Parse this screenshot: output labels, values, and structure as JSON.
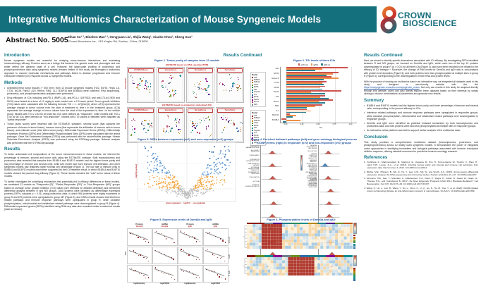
{
  "colors": {
    "header_teal": "#15707e",
    "section_teal": "#15798a",
    "figure_caption_blue": "#1d4f9e",
    "accent_red": "#c02828",
    "bar_actla4": "#cd534f",
    "bar_apd1": "#ef9148",
    "bar_apdl1": "#2e7f8f"
  },
  "poster": {
    "title": "Integrative Multiomics Characterization of Mouse Syngeneic Models",
    "logo_line1": "CROWN",
    "logo_line2": "BIOSCIENCE",
    "abstract_no": "Abstract No. 5005",
    "authors": "Zihan Xu¹·², Binchen Mao¹·², Hengyuan Liu¹, Shijia Wang¹, Xiaobo Chen¹, Sheng Guo²",
    "affiliation": "¹Crown Bioscience Inc., 218 Xinghu Rd, Suzhou, China, 215000."
  },
  "left": {
    "intro_heading": "Introduction",
    "intro_text": "Mouse syngeneic models are essential for studying tumor-immune interactions and evaluating immunotherapy efficacy. Proteins serve as a bridge link between the genetic code and phenotype and can better reflect the dynamic state of a cell. However, the large-scale profiling of proteomics and phosphoproteomics data using syngeneic models remains limited. In this study, we leveraged a multiomics approach to uncover molecular mechanisms and pathways linked to disease progression and immune checkpoint inhibitor (ICI) response across 12 syngeneic models.",
    "methods_heading": "Methods",
    "methods_bullets": [
      "Untreated fresh tumor tissues (~ 500 mm³) from 12 mouse syngeneic models (H22, EMT6, Hepa 1-6, CT26, MC38, Pan02, A20, Renca, RM1, LL2, B16F10 and B16BL6) were collected. RNA sequencing, proteomics, and phosphoproteomics analyses were performed.",
      "Drug efficacies of ICIs including anti-PD-1 (RMP1-14), anti-PD-L1 (10F.9G2) and anti-CTLA4 (9D9 and 9H10) were tested at a dose of 10 mg/kg in each model over a 2-3 week period. Tumor growth inhibition (TGI) values were calculated with the following formula: TGI = 1 - ΔT(t)/ΔC(t), where ΔT(t) represents the average change in tumor volume from the start of treatment to time t in the treatment group, ΔC(t) represents the average change in tumor volume from the start of the experiment to time t in the vehicle group. Models with TGI ≥ 0.45 for at least two ICIs were defined as \"responder\", while models with TGI ≤ 0.40 for all ICIs were defined as \"non-responder\". Models with TGI values in between were classified as \"partial responder\".",
      "Tumor purity scores were informed with the ESTIMATE software¹: stromal score (that captures the presence of stroma in tumor tissue), immune score (that represents the infiltration of immune cells in tumor tissue), and estimate score (that infers tumor purity). Differential Expressed Genes (DEGs), Differentially Expressed Proteins (DEPs) and Differentially Phosphorylated Sites (DPSs) were calculated with the limma package². Gene Set Enrichment Analysis (GSEA) was performed with the clusterProfiler package. Kinase Substrate Enrichment Analysis (KSEA) was performed using the KSEAapp package. Network analysis was performed with the STRINGdb package."
    ],
    "results_heading": "Results",
    "results_para1": "To better understand cell compositions of the tumor microenvironment in these models, we inferred the percentage of immune, stromal and tumor cells using the ESTIMATE software. Both transcriptomics and proteomics data revealed that samples from B16BL6 and B16F10 models had the highest tumor purity and low percentage of immune and stromal cells, while A20 model had more immune cell infiltration, and other syngeneic models had relatively higher stromal cell percentage (Figure 1). The low rate of immune cells in B16BL6 and B16F10 models was further supported by the ICI treatment result, in which B16BL6 and B16F10 models showed the poorest drug efficacy (Figure 2). These results revealed the \"cold\" tumor nature of these models.",
    "results_para2": "To further investigate the underlying mechanism that potentially led to efficacy differences in these models, we annotated 12 models as \"Responder (R)\", \"Partial Responder (PR)\" or \"Non-Responder (NR)\" groups based on average tumor growth inhibition (TGI) values (see Methods for detailed definition) and performed differential analysis between R and NR groups. 1645 proteins were identified as differentially expressed proteins (DEPs, adjusted p < 0.01) using proteomics data, in which 966 proteins were highly expressed in group R and 679 proteins were upregulated in group NR (Figure 3), and GSEA results showed that interferon related pathways and immune response pathways were upregulated in group R, while oxidative phosphorylation, mitochondrial and metabolism related pathways were downregulated in group R (Figure 4). Differential expressed genes (DEGs) identified using RNA-seq data also revealed similar enrichment results (data not shown)."
  },
  "middle": {
    "heading": "Results Continued",
    "fig1": {
      "title": "Figure 1. Tumor purity of samples from 12 models",
      "subtitle_rna": "ESTIMATE based on RNA-seq data (TPM)",
      "subtitle_prot": "ESTIMATE based on proteomics data (log2LFQ)",
      "panels": [
        "ESTIMATEScore",
        "ImmuneScore",
        "StromalScore",
        "TumorPurity"
      ],
      "ylabel": "ScoreValue",
      "xlabel": "ScoreType",
      "legend_title": "Model",
      "models": [
        {
          "name": "A20",
          "color": "#8b1a1a"
        },
        {
          "name": "B16BL6",
          "color": "#c05800"
        },
        {
          "name": "B16F10",
          "color": "#b8860b"
        },
        {
          "name": "CT26",
          "color": "#6b8e23"
        },
        {
          "name": "EMT6",
          "color": "#2e8b57"
        },
        {
          "name": "H22",
          "color": "#148f8f"
        },
        {
          "name": "Hepa1-6",
          "color": "#1e7f8c"
        },
        {
          "name": "LL2",
          "color": "#2f6ba8"
        },
        {
          "name": "MC38",
          "color": "#4b0082"
        },
        {
          "name": "Pan02",
          "color": "#8b008b"
        },
        {
          "name": "Renca",
          "color": "#b03060"
        },
        {
          "name": "RM1",
          "color": "#708090"
        }
      ]
    },
    "fig2": {
      "title": "Figure 2. TGI levels of three ICIs",
      "xlabel": "TGI"
    },
    "fig3": {
      "title": "Figure 3. DEPs between responder (x>0) and non-responder (x<0) groups",
      "ylabel": "-log10(p-value)",
      "xcaption": "down-regulated  ←  log2FC  →  up-regulated"
    },
    "fig4": {
      "title": "Figure 4. Enriched hallmark pathways (left) and gene ontology biological process (GOBP) terms (right) in responder (x>0) and non-responder (x<0) groups",
      "hallmark": [
        "INTERFERON GAMMA RESPONSE",
        "ALLOGRAFT REJECTION",
        "COMPLEMENT",
        "INTERFERON ALPHA RESPONSE",
        "TNFA SIGNALING VIA NFKB",
        "EPITHELIAL MESENCHYMAL TRANSITION",
        "INFLAMMATORY RESPONSE",
        "COAGULATION",
        "HYPOXIA",
        "OXIDATIVE PHOSPHORYLATION"
      ],
      "hallmark_blue_index": 9,
      "gobp": [
        "DEFENSE RESPONSE TO BACTERIUM",
        "CELL KILLING",
        "IMMUNE EFFECTOR PROCESS",
        "LEUKOCYTE MEDIATED IMMUNITY",
        "RESPONSE TO BACTERIUM",
        "REGULATION OF IMMUNE EFFECTOR PROCESS",
        "INFLAMMATORY RESPONSE",
        "POSITIVE REGULATION OF RESPONSE TO EXTERNAL STIMULUS",
        "POSITIVE REGULATION OF DEFENSE RESPONSE",
        "REGULATION OF DEFENSE RESPONSE"
      ],
      "gobp_blue_index": 1,
      "xticks": [
        "0",
        "2",
        "4"
      ]
    },
    "fig5": {
      "title": "Figure 5. Expression levels of Dnmt3a and Igf2r",
      "col_headers": [
        "Protein",
        "mRNA",
        "Protein",
        "mRNA"
      ],
      "gene_labels": [
        "Dnmt3a",
        "Dnmt3a",
        "Igf2r",
        "Igf2r"
      ],
      "row_labels": [
        "aCTLA4",
        "aPD1",
        "aPD-L1"
      ],
      "xlabels": [
        "log2Intensity",
        "log2FPKM",
        "log2Intensity",
        "log2FPKM"
      ],
      "ylabel": "TGI"
    },
    "fig6": {
      "title": "Figure 6. Phosphorylation levels of Dnmt3a and Igf2r"
    }
  },
  "right": {
    "heading": "Results Continued",
    "para1": "Next, we aimed to identify specific biomarkers associated with ICI efficacy. By investigating DEPs identified between R and NR groups, we focused on Dnmt3a and Igf2r, which were two of the top 10 proteins downregulated in group R (p < 0.01) for all three ICIs (Figure 3), and have been reported to be related to the efficacy of ICI therapy³·⁴. Moreover, the change of RNA levels for Dnmt3a and Igf2r was in concordance with protein level dynamics (Figure 5), and both proteins were less phosphorylated at multiple sites in group R (Figure 6), corresponding to the downregulation of both RNA and protein levels.",
    "para2_pre": "With the purpose of sharing our multiomics data in an interactive way, we integrated all datasets used in this study and designed a user-friendly website with the link ",
    "link_text": "https://mssyngeneic.crownbio.com/syngeneic_omics",
    "para2_post": ". Not only can results in this study be acquired directly through this website, users can also deeply explore these datasets based on their interests by simply clicking to choose combinations of parameters and generate new results.",
    "summary_heading": "Summary",
    "summary_bullets": [
      "B16BL6 and B16F10 models had the highest tumor purity and lower percentage of immune and stromal cells, corresponding to the poorest efficacy for ICIs.",
      "Interferon related pathways and immune response pathways were upregulated in responder groups, while oxidative phosphorylation, mitochondrial and metabolism related pathways were downregulated in responder groups.",
      "Dnmt3a and Igf2r were identified as potential resistant biomarkers by both transcriptomics and proteomics data, and both proteins were also less phosphorylated at multiple sites in responder groups.",
      "An interactive online platform was built to support further analysis of the multiomics data."
    ],
    "conclusion_heading": "Conclusion",
    "conclusion_text": "This study provides a comprehensive multiomics dataset (transcriptomics, proteomics, and phosphoproteomics) across 12 widely used syngeneic models. It demonstrates the power of integrated omics approaches in identifying biomarkers and biological pathways associated with immune checkpoint inhibitor response, offering valuable resources for preclinical immuno-oncology research.",
    "references_heading": "References",
    "references": [
      "Yoshihara, K., Shahmoradgoli, M., Martínez, E., Vegesna, R., Kim, H., Torres-Garcia, W., Treviño, V., Shen, H., Laird, P.W., Levine, D.A., et al. (2013). Inferring tumour purity and stromal and immune cell admixture from expression data. Nat Commun 4, 2612. 10.1038/ncomms3612.",
      "Ritchie, M.E., Phipson, B., Wu, D., Hu, Y., Law, C.W., Shi, W., and Smyth, G.K. (2015). limma powers differential expression analyses for RNA-sequencing and microarray studies. Nucleic Acids Res 43, e47. 10.1093/nar/gkv007.",
      "Ghoneim, H.E., Fan, Y., Moustaki, A., Abdelsamed, H.A., Dash, P., Dogra, P., Carter, R., Awad, W., Neale, G., Thomas, P.G., and Youngblood, B. (2017). De Novo Epigenetic Programs Inhibit PD-1 Blockade-Mediated T Cell Rejuvenation. Cell 170, 142-157.e19. 10.1016/j.cell.2017.06.007.",
      "Wang, X., Lin, L., Lan, B., Wang, Y., Du, L., Chen, X., Li, Q., Liu, K., Hu, M., Xue, Y., et al. (2020). IGF2R-initiated proton rechanneling dictates an anti-inflammatory property in macrophages. Sci Adv 6, 10.1126/sciadv.abb7389."
    ]
  },
  "chart_data": {
    "type": "bar",
    "title": "Figure 2. TGI levels of three ICIs",
    "orientation": "horizontal",
    "categories": [
      "H22",
      "EMT6",
      "Hepa1-6",
      "CT26",
      "MC38",
      "Pan02",
      "A20",
      "Renca",
      "RM1",
      "LL2",
      "B16F10",
      "B16BL6"
    ],
    "series": [
      {
        "name": "aCTLA4",
        "color": "#cd534f",
        "values": [
          0.95,
          0.8,
          0.7,
          0.62,
          0.6,
          0.85,
          0.6,
          0.72,
          0.55,
          0.32,
          0.05,
          -0.08
        ]
      },
      {
        "name": "aPD1",
        "color": "#ef9148",
        "values": [
          0.55,
          0.72,
          0.8,
          0.55,
          0.52,
          0.38,
          0.52,
          0.5,
          0.45,
          0.38,
          0.15,
          0.22
        ]
      },
      {
        "name": "aPD-L1",
        "color": "#2e7f8f",
        "values": [
          0.45,
          0.62,
          0.58,
          0.58,
          0.55,
          0.6,
          0.65,
          0.6,
          0.32,
          0.3,
          0.1,
          -0.05
        ]
      }
    ],
    "xlabel": "TGI",
    "xlim": [
      -0.1,
      1.0
    ],
    "xticks": [
      0.0,
      0.25,
      0.5,
      0.75,
      1.0
    ],
    "legend_position": "top",
    "grid": true
  }
}
